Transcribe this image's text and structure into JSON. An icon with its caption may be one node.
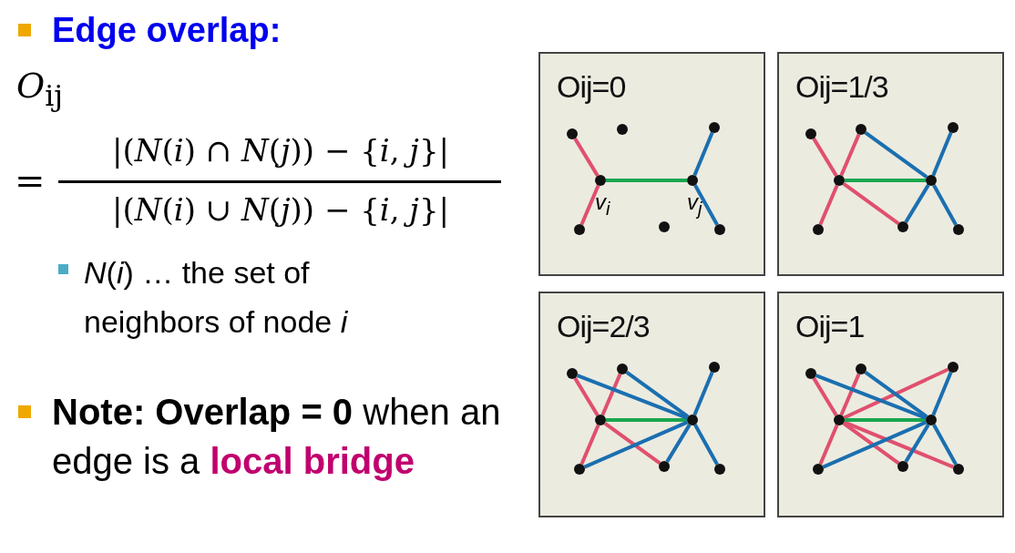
{
  "diagram": {
    "nodes": [
      {
        "text": [
          "Oij=0"
        ]
      },
      {
        "text": [],
        "shape": "circle",
        "in": 0
      },
      {
        "text": [],
        "shape": "circle",
        "in": 0
      },
      {
        "text": [],
        "shape": "circle",
        "in": 0
      },
      {
        "text": [],
        "shape": "circle",
        "in": 0,
        "beside": [
          "v$_{i}$"
        ]
      },
      {
        "text": [],
        "shape": "circle",
        "in": 0,
        "beside": [
          "v$_{j}$"
        ]
      },
      {
        "text": [],
        "shape": "circle",
        "in": 0
      },
      {
        "text": [],
        "shape": "circle",
        "in": 0
      },
      {
        "text": [],
        "shape": "circle",
        "in": 0
      },
      {
        "text": [
          "Oij=1/3"
        ]
      },
      {
        "text": [],
        "shape": "circle",
        "in": 9
      },
      {
        "text": [],
        "shape": "circle",
        "in": 9
      },
      {
        "text": [],
        "shape": "circle",
        "in": 9
      },
      {
        "text": [],
        "shape": "circle",
        "in": 9
      },
      {
        "text": [],
        "shape": "circle",
        "in": 9
      },
      {
        "text": [],
        "shape": "circle",
        "in": 9
      },
      {
        "text": [],
        "shape": "circle",
        "in": 9
      },
      {
        "text": [],
        "shape": "circle",
        "in": 9
      },
      {
        "text": [
          "Oij=2/3"
        ]
      },
      {
        "text": [],
        "shape": "circle",
        "in": 18
      },
      {
        "text": [],
        "shape": "circle",
        "in": 18
      },
      {
        "text": [],
        "shape": "circle",
        "in": 18
      },
      {
        "text": [],
        "shape": "circle",
        "in": 18
      },
      {
        "text": [],
        "shape": "circle",
        "in": 18
      },
      {
        "text": [],
        "shape": "circle",
        "in": 18
      },
      {
        "text": [],
        "shape": "circle",
        "in": 18
      },
      {
        "text": [],
        "shape": "circle",
        "in": 18
      },
      {
        "text": [
          "Oij=1"
        ]
      },
      {
        "text": [],
        "shape": "circle",
        "in": 27
      },
      {
        "text": [],
        "shape": "circle",
        "in": 27
      },
      {
        "text": [],
        "shape": "circle",
        "in": 27
      },
      {
        "text": [],
        "shape": "circle",
        "in": 27
      },
      {
        "text": [],
        "shape": "circle",
        "in": 27
      },
      {
        "text": [],
        "shape": "circle",
        "in": 27
      },
      {
        "text": [],
        "shape": "circle",
        "in": 27
      },
      {
        "text": [],
        "shape": "circle",
        "in": 27
      }
    ],
    "edges": [
      {
        "from": 1,
        "to": 4,
        "arrow": "none",
        "color": "#e0506e"
      },
      {
        "from": 6,
        "to": 4,
        "arrow": "none",
        "color": "#e0506e"
      },
      {
        "from": 4,
        "to": 5,
        "arrow": "none",
        "color": "#1aa64e"
      },
      {
        "from": 5,
        "to": 3,
        "arrow": "none",
        "color": "#1a6fb0"
      },
      {
        "from": 5,
        "to": 8,
        "arrow": "none",
        "color": "#1a6fb0"
      },
      {
        "from": 10,
        "to": 13,
        "arrow": "none",
        "color": "#e0506e"
      },
      {
        "from": 11,
        "to": 13,
        "arrow": "none",
        "color": "#e0506e"
      },
      {
        "from": 15,
        "to": 13,
        "arrow": "none",
        "color": "#e0506e"
      },
      {
        "from": 16,
        "to": 13,
        "arrow": "none",
        "color": "#e0506e"
      },
      {
        "from": 13,
        "to": 14,
        "arrow": "none",
        "color": "#1aa64e"
      },
      {
        "from": 11,
        "to": 14,
        "arrow": "none",
        "color": "#1a6fb0"
      },
      {
        "from": 12,
        "to": 14,
        "arrow": "none",
        "color": "#1a6fb0"
      },
      {
        "from": 16,
        "to": 14,
        "arrow": "none",
        "color": "#1a6fb0"
      },
      {
        "from": 17,
        "to": 14,
        "arrow": "none",
        "color": "#1a6fb0"
      },
      {
        "from": 19,
        "to": 22,
        "arrow": "none",
        "color": "#e0506e"
      },
      {
        "from": 20,
        "to": 22,
        "arrow": "none",
        "color": "#e0506e"
      },
      {
        "from": 24,
        "to": 22,
        "arrow": "none",
        "color": "#e0506e"
      },
      {
        "from": 25,
        "to": 22,
        "arrow": "none",
        "color": "#e0506e"
      },
      {
        "from": 22,
        "to": 23,
        "arrow": "none",
        "color": "#1aa64e"
      },
      {
        "from": 19,
        "to": 23,
        "arrow": "none",
        "color": "#1a6fb0"
      },
      {
        "from": 20,
        "to": 23,
        "arrow": "none",
        "color": "#1a6fb0"
      },
      {
        "from": 21,
        "to": 23,
        "arrow": "none",
        "color": "#1a6fb0"
      },
      {
        "from": 24,
        "to": 23,
        "arrow": "none",
        "color": "#1a6fb0"
      },
      {
        "from": 25,
        "to": 23,
        "arrow": "none",
        "color": "#1a6fb0"
      },
      {
        "from": 26,
        "to": 23,
        "arrow": "none",
        "color": "#1a6fb0"
      },
      {
        "from": 28,
        "to": 31,
        "arrow": "none",
        "color": "#e0506e"
      },
      {
        "from": 29,
        "to": 31,
        "arrow": "none",
        "color": "#e0506e"
      },
      {
        "from": 30,
        "to": 31,
        "arrow": "none",
        "color": "#e0506e"
      },
      {
        "from": 33,
        "to": 31,
        "arrow": "none",
        "color": "#e0506e"
      },
      {
        "from": 34,
        "to": 31,
        "arrow": "none",
        "color": "#e0506e"
      },
      {
        "from": 35,
        "to": 31,
        "arrow": "none",
        "color": "#e0506e"
      },
      {
        "from": 31,
        "to": 32,
        "arrow": "none",
        "color": "#1aa64e"
      },
      {
        "from": 28,
        "to": 32,
        "arrow": "none",
        "color": "#1a6fb0"
      },
      {
        "from": 29,
        "to": 32,
        "arrow": "none",
        "color": "#1a6fb0"
      },
      {
        "from": 30,
        "to": 32,
        "arrow": "none",
        "color": "#1a6fb0"
      },
      {
        "from": 33,
        "to": 32,
        "arrow": "none",
        "color": "#1a6fb0"
      },
      {
        "from": 34,
        "to": 32,
        "arrow": "none",
        "color": "#1a6fb0"
      },
      {
        "from": 35,
        "to": 32,
        "arrow": "none",
        "color": "#1a6fb0"
      }
    ],
    "labels": [
      "Edge overlap:",
      "*O*$_{ij}$",
      "=",
      "|(*N*(*i*) ∩ *N*(*j*)) − {*i*, *j*}|",
      "|(*N*(*i*) ∪ *N*(*j*)) − {*i*, *j*}|",
      "*N*(*i*) … the set of neighbors of node *i*",
      "**Note: Overlap = 0** when an edge is a **local bridge**"
    ]
  }
}
